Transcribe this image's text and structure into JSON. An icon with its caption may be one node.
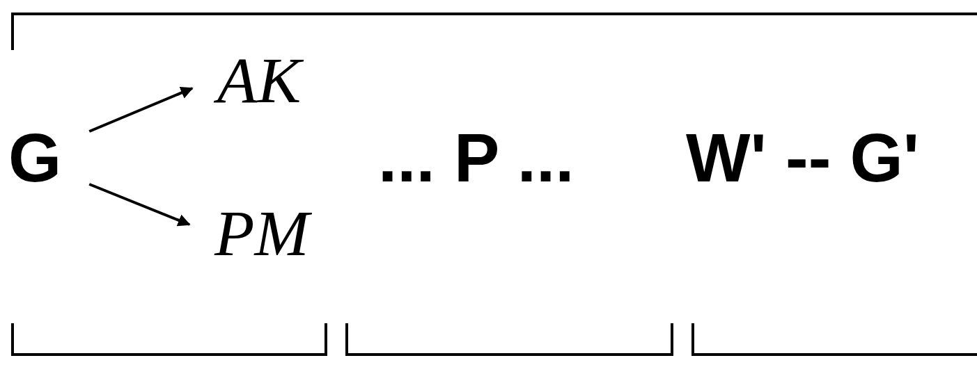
{
  "diagram": {
    "nodes": [
      {
        "text": [
          "G"
        ]
      },
      {
        "text": [
          "AK"
        ]
      },
      {
        "text": [
          "PM"
        ]
      }
    ],
    "edges": [
      {
        "from": 0,
        "to": 1,
        "arrow": "to"
      },
      {
        "from": 0,
        "to": 2,
        "arrow": "to"
      }
    ],
    "labels": [
      "... P ...",
      "W' -- G'"
    ]
  }
}
